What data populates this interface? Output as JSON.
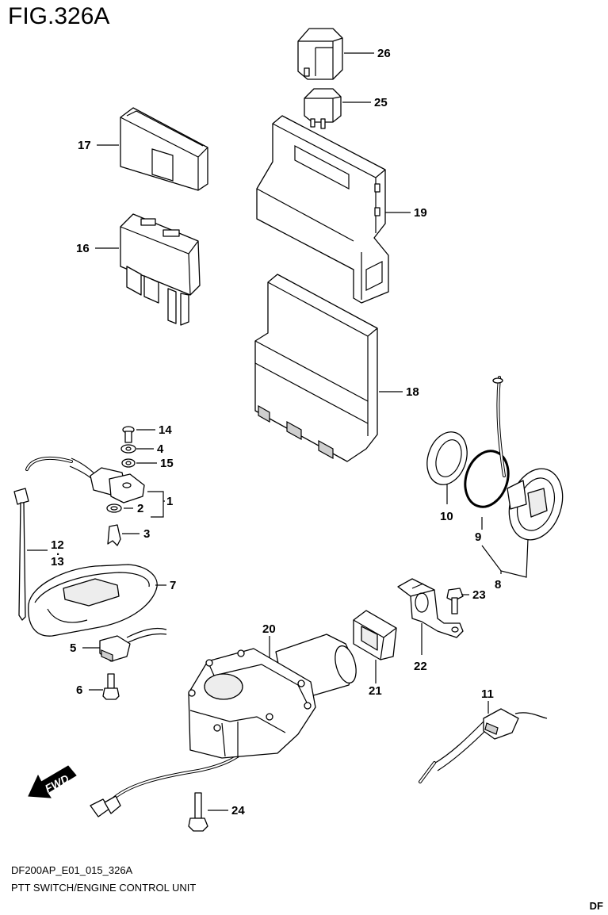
{
  "figure": {
    "title": "FIG.326A",
    "code": "DF200AP_E01_015_326A",
    "caption": "PTT SWITCH/ENGINE CONTROL UNIT",
    "corner_text": "DF",
    "fwd_label": "FWD"
  },
  "callouts": [
    "1",
    "2",
    "3",
    "4",
    "5",
    "6",
    "7",
    "8",
    "9",
    "10",
    "11",
    "12",
    "13",
    "14",
    "15",
    "16",
    "17",
    "18",
    "19",
    "20",
    "21",
    "22",
    "23",
    "24",
    "25",
    "26"
  ]
}
